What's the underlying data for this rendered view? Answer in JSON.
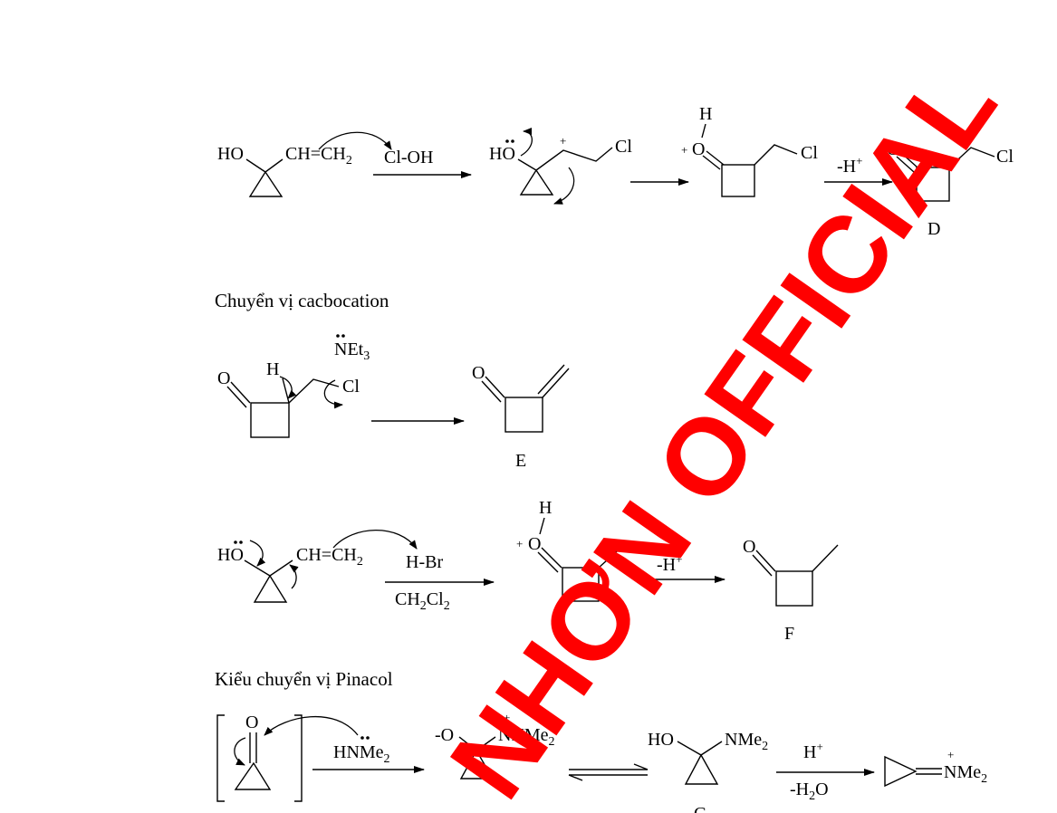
{
  "reaction1": {
    "reactant_ho": "HO",
    "reactant_vinyl": "CH=CH",
    "reactant_vinyl_sub": "2",
    "reagent": "Cl-OH",
    "int1_ho": "HO",
    "int1_plus": "+",
    "int1_cl": "Cl",
    "int2_h": "H",
    "int2_plus": "+",
    "int2_o": "O",
    "int2_cl": "Cl",
    "step_label": "-H",
    "step_label_sup": "+",
    "prod_o": "O",
    "prod_cl": "Cl",
    "prod_name": "D"
  },
  "section1": {
    "title": "Chuyển vị cacbocation"
  },
  "reaction2": {
    "base": "NEt",
    "base_sub": "3",
    "o": "O",
    "h": "H",
    "cl": "Cl",
    "prod_o": "O",
    "prod_name": "E"
  },
  "reaction3": {
    "ho": "HO",
    "vinyl": "CH=CH",
    "vinyl_sub": "2",
    "reagent": "H-Br",
    "solvent": "CH",
    "solvent_sub1": "2",
    "solvent_cl": "Cl",
    "solvent_sub2": "2",
    "int_h": "H",
    "int_plus": "+",
    "int_o": "O",
    "step_label": "-H",
    "step_label_sup": "+",
    "prod_o": "O",
    "prod_name": "F"
  },
  "section2": {
    "title": "Kiểu chuyển vị Pinacol"
  },
  "reaction4": {
    "o": "O",
    "reagent": "HNMe",
    "reagent_sub": "2",
    "int_ominus": "-O",
    "int_plus": "+",
    "int_n": "NHMe",
    "int_n_sub": "2",
    "g_ho": "HO",
    "g_n": "NMe",
    "g_n_sub": "2",
    "g_name": "G",
    "cond_top": "H",
    "cond_top_sup": "+",
    "cond_bottom": "-H",
    "cond_bottom_sub": "2",
    "cond_bottom_o": "O",
    "prod_plus": "+",
    "prod_n": "NMe",
    "prod_n_sub": "2"
  },
  "watermark": {
    "text": "NHƠN OFFICIAL",
    "color": "#ff0000"
  }
}
